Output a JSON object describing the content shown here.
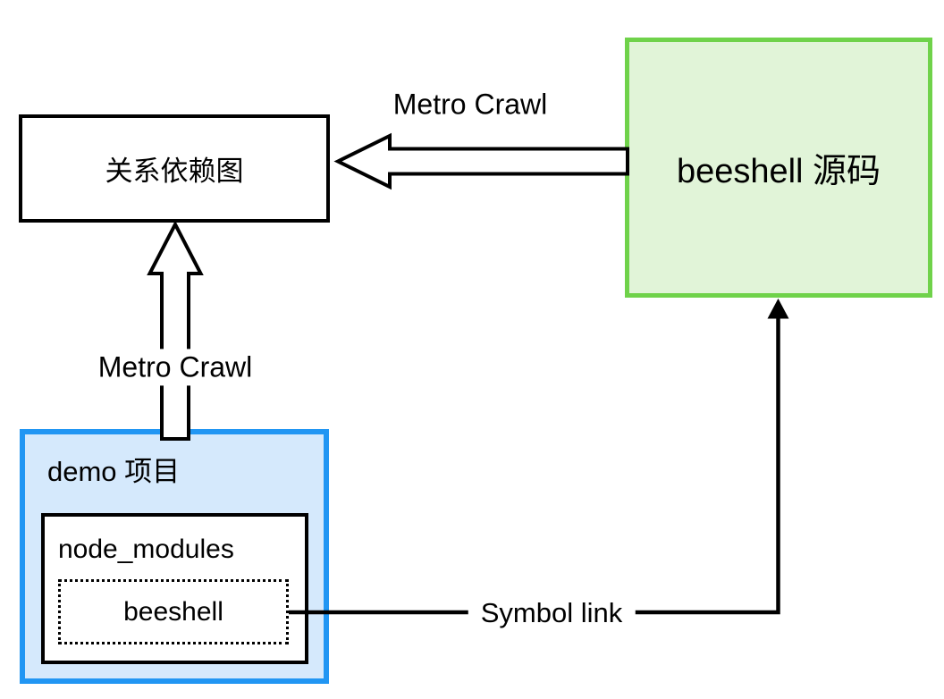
{
  "diagram": {
    "title": "beeshell demo dependency flow diagram",
    "boxes": {
      "dependency_graph": "关系依赖图",
      "beeshell_source": "beeshell 源码",
      "demo_project": "demo 项目",
      "node_modules": "node_modules",
      "beeshell_link": "beeshell"
    },
    "labels": {
      "metro_crawl_top": "Metro Crawl",
      "metro_crawl_left": "Metro Crawl",
      "symbol_link": "Symbol link"
    },
    "colors": {
      "source_box_fill": "#e1f4d8",
      "source_box_border": "#6fd24a",
      "demo_box_fill": "#d5e9fc",
      "demo_box_border": "#2196f3",
      "plain_box_fill": "#ffffff",
      "line_color": "#000000",
      "text_color": "#000000"
    },
    "arrows": [
      {
        "name": "metro-crawl-from-source",
        "type": "hollow-block-arrow",
        "from": "beeshell_source",
        "to": "dependency_graph",
        "direction": "left",
        "label": "Metro Crawl"
      },
      {
        "name": "metro-crawl-from-demo",
        "type": "hollow-block-arrow",
        "from": "demo_project",
        "to": "dependency_graph",
        "direction": "up",
        "label": "Metro Crawl"
      },
      {
        "name": "symbol-link",
        "type": "thin-elbow-arrow",
        "from": "beeshell_link",
        "to": "beeshell_source",
        "direction": "right-then-up",
        "label": "Symbol link"
      }
    ]
  }
}
